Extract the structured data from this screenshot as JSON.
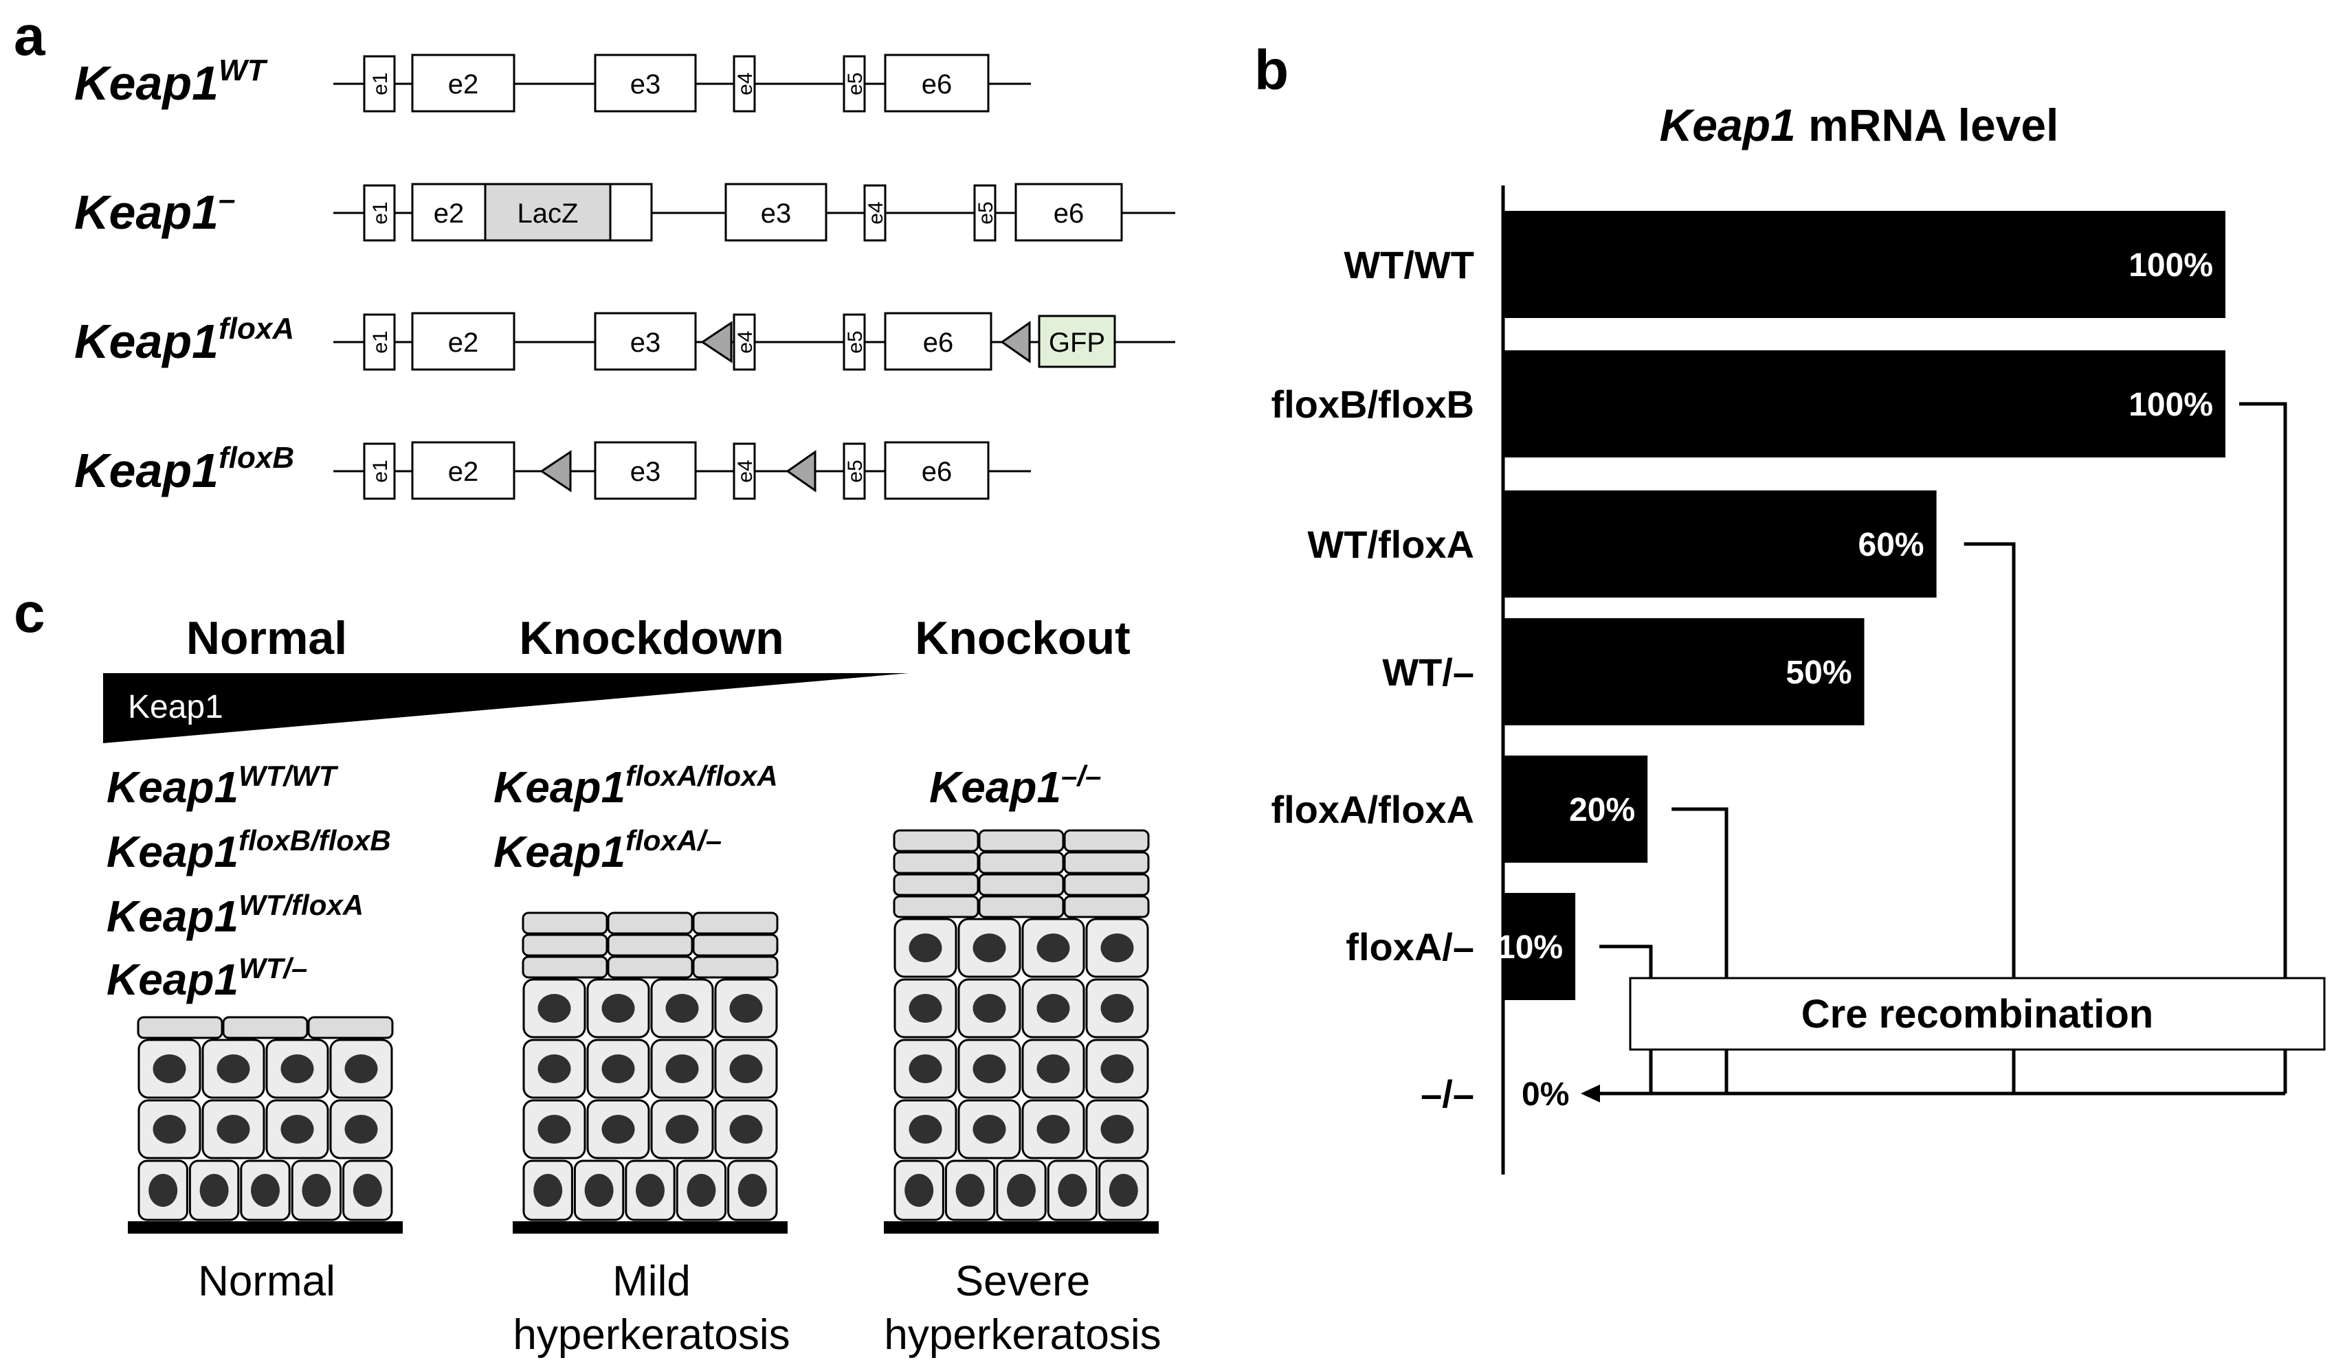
{
  "panels": {
    "a": "a",
    "b": "b",
    "c": "c"
  },
  "panel_a": {
    "alleles": [
      {
        "base": "Keap1",
        "sup": "WT"
      },
      {
        "base": "Keap1",
        "sup": "–"
      },
      {
        "base": "Keap1",
        "sup": "floxA"
      },
      {
        "base": "Keap1",
        "sup": "floxB"
      }
    ],
    "exons": [
      "e1",
      "e2",
      "e3",
      "e4",
      "e5",
      "e6"
    ],
    "lacz": "LacZ",
    "gfp": "GFP",
    "colors": {
      "lacz_fill": "#d9d9d9",
      "gfp_fill": "#e2f0d9",
      "loxp_fill": "#a6a6a6"
    }
  },
  "panel_c": {
    "headers": [
      "Normal",
      "Knockdown",
      "Knockout"
    ],
    "gradient_label": "Keap1",
    "genotypes": {
      "normal": [
        {
          "base": "Keap1",
          "sup": "WT/WT"
        },
        {
          "base": "Keap1",
          "sup": "floxB/floxB"
        },
        {
          "base": "Keap1",
          "sup": "WT/floxA"
        },
        {
          "base": "Keap1",
          "sup": "WT/–"
        }
      ],
      "knockdown": [
        {
          "base": "Keap1",
          "sup": "floxA/floxA"
        },
        {
          "base": "Keap1",
          "sup": "floxA/–"
        }
      ],
      "knockout": [
        {
          "base": "Keap1",
          "sup": "–/–"
        }
      ]
    },
    "phenotypes": {
      "normal": [
        "Normal"
      ],
      "knockdown": [
        "Mild",
        "hyperkeratosis"
      ],
      "knockout": [
        "Severe",
        "hyperkeratosis"
      ]
    },
    "colors": {
      "nucleus": "#303030",
      "cell_fill": "#ececec",
      "basement": "#000000"
    }
  },
  "chart_data": {
    "type": "bar",
    "orientation": "horizontal",
    "title_italic": "Keap1",
    "title_rest": " mRNA level",
    "categories": [
      "WT/WT",
      "floxB/floxB",
      "WT/floxA",
      "WT/–",
      "floxA/floxA",
      "floxA/–",
      "–/–"
    ],
    "values": [
      100,
      100,
      60,
      50,
      20,
      10,
      0
    ],
    "value_labels": [
      "100%",
      "100%",
      "60%",
      "50%",
      "20%",
      "10%",
      "0%"
    ],
    "xlim": [
      0,
      100
    ],
    "bar_color": "#000000",
    "annotation": "Cre recombination"
  }
}
